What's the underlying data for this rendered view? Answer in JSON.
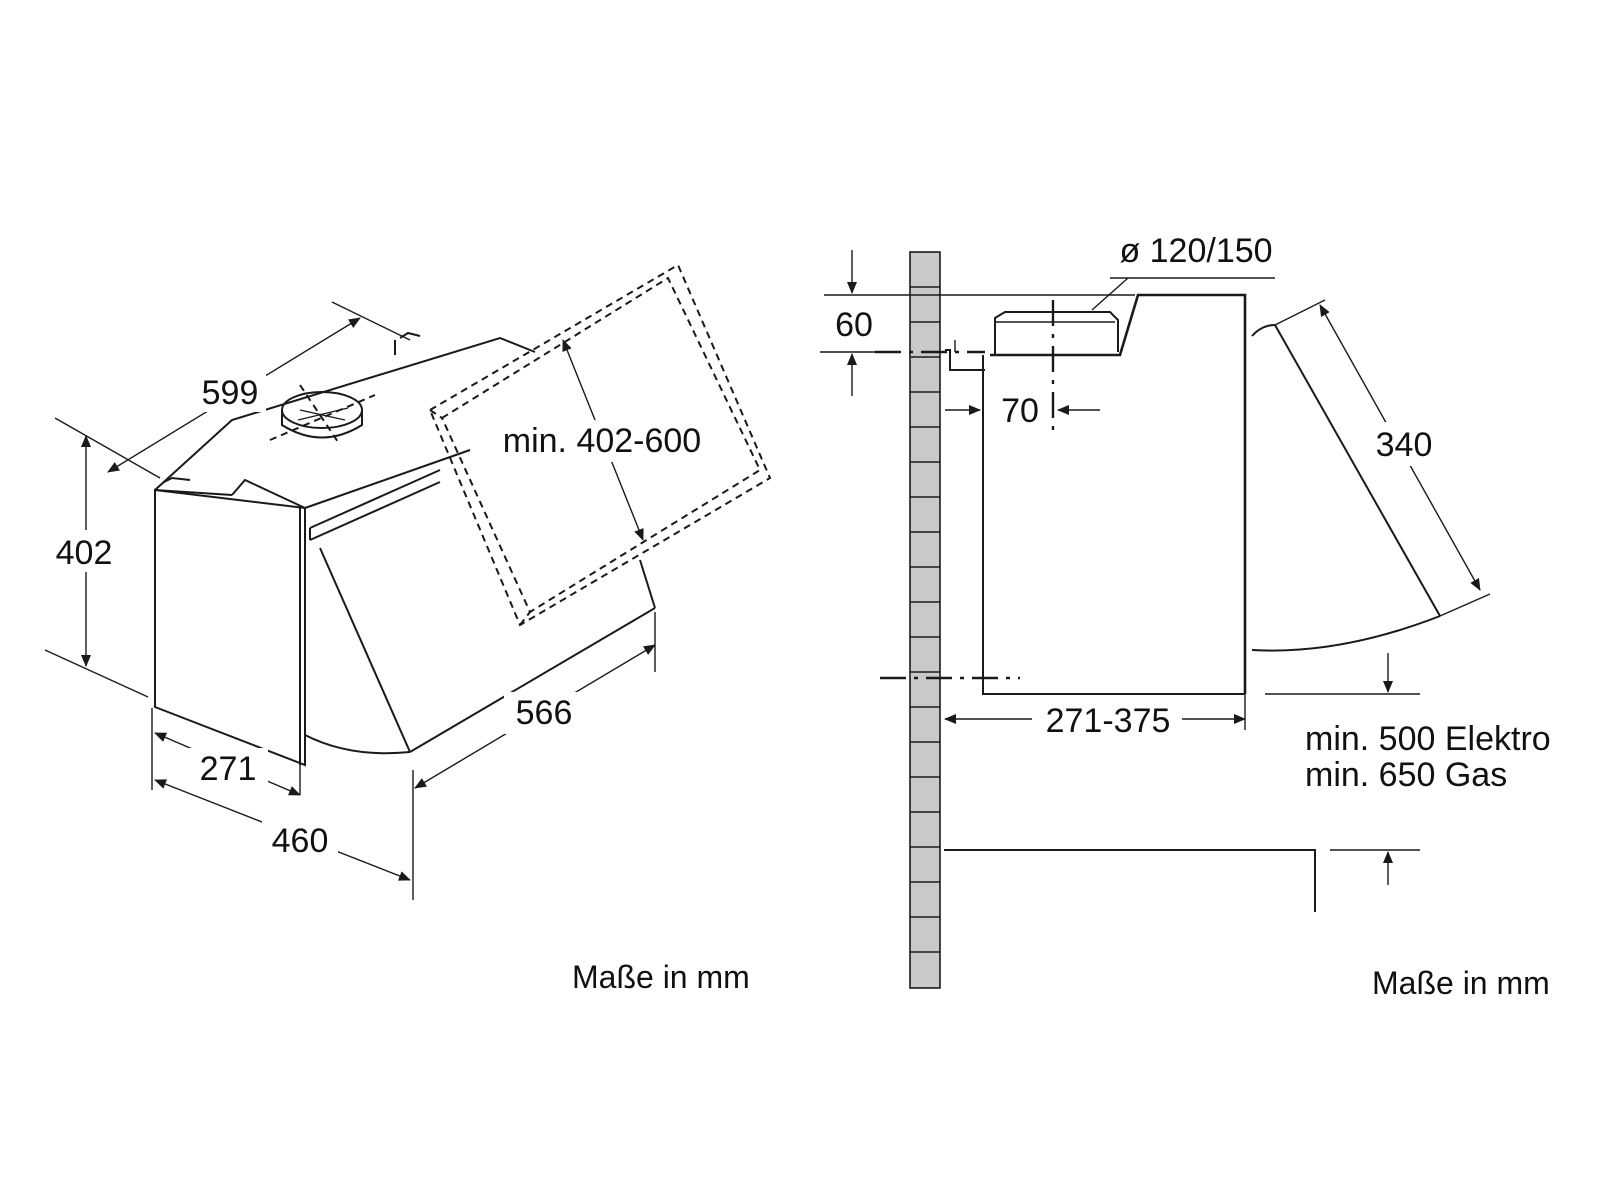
{
  "left_view": {
    "dim_width": "599",
    "dim_height": "402",
    "dim_extension": "min. 402-600",
    "dim_depth_top": "271",
    "dim_depth_total": "460",
    "dim_side": "566",
    "units_note": "Maße in mm"
  },
  "right_view": {
    "dim_duct": "ø 120/150",
    "dim_offset_top": "60",
    "dim_offset_wall": "70",
    "dim_visor": "340",
    "dim_depth_range": "271-375",
    "clearance_electric": "min. 500 Elektro",
    "clearance_gas": "min. 650 Gas",
    "units_note": "Maße in mm"
  },
  "colors": {
    "line": "#1a1a1a",
    "wall_fill": "#c9c9c9",
    "background": "#ffffff"
  }
}
